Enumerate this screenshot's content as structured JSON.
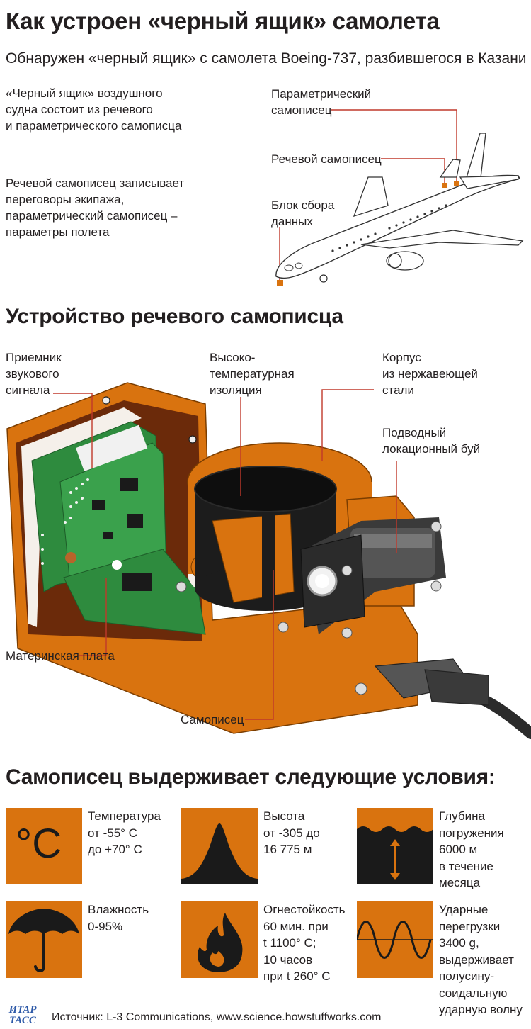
{
  "title": "Как устроен «черный ящик» самолета",
  "subtitle": "Обнаружен «черный ящик» с самолета Boeing-737, разбившегося в Казани",
  "intro": {
    "p1": "«Черный ящик» воздушного\nсудна состоит  из речевого\nи параметрического самописца",
    "p2": "Речевой самописец записывает\nпереговоры экипажа,\nпараметрический самописец –\nпараметры полета"
  },
  "plane": {
    "param_label": "Параметрический\nсамописец",
    "voice_label": "Речевой самописец",
    "block_label": "Блок сбора\nданных"
  },
  "device": {
    "heading": "Устройство речевого самописца",
    "receiver": "Приемник\nзвукового\nсигнала",
    "insulation": "Высоко-\nтемпературная\nизоляция",
    "case": "Корпус\nиз нержавеющей\nстали",
    "beacon": "Подводный\nлокационный буй",
    "motherboard": "Материнская плата",
    "recorder": "Самописец"
  },
  "conditions": {
    "heading": "Самописец выдерживает следующие условия:",
    "items": [
      {
        "icon": "thermometer-celsius-icon",
        "text": "Температура\nот -55° С\nдо +70° С",
        "glyph": "°C"
      },
      {
        "icon": "mountain-icon",
        "text": "Высота\nот -305 до\n16 775 м"
      },
      {
        "icon": "water-depth-icon",
        "text": "Глубина\nпогружения\n6000 м\nв течение\nмесяца"
      },
      {
        "icon": "umbrella-icon",
        "text": "Влажность\n0-95%"
      },
      {
        "icon": "flame-icon",
        "text": "Огнестойкость\n60 мин. при\nt 1100° С;\n10 часов\nпри t 260° С"
      },
      {
        "icon": "sine-wave-icon",
        "text": "Ударные\nперегрузки\n3400 g,\nвыдерживает\nполусину-\nсоидальную\nударную волну"
      }
    ]
  },
  "footer": {
    "logo_line1": "ИТАР",
    "logo_line2": "ТАСС",
    "source": "Источник: L-3 Communications, www.science.howstuffworks.com"
  },
  "colors": {
    "accent_orange": "#d9730f",
    "leader_line": "#c0392b",
    "pcb_green": "#2e8b3e",
    "dark": "#231f20"
  }
}
